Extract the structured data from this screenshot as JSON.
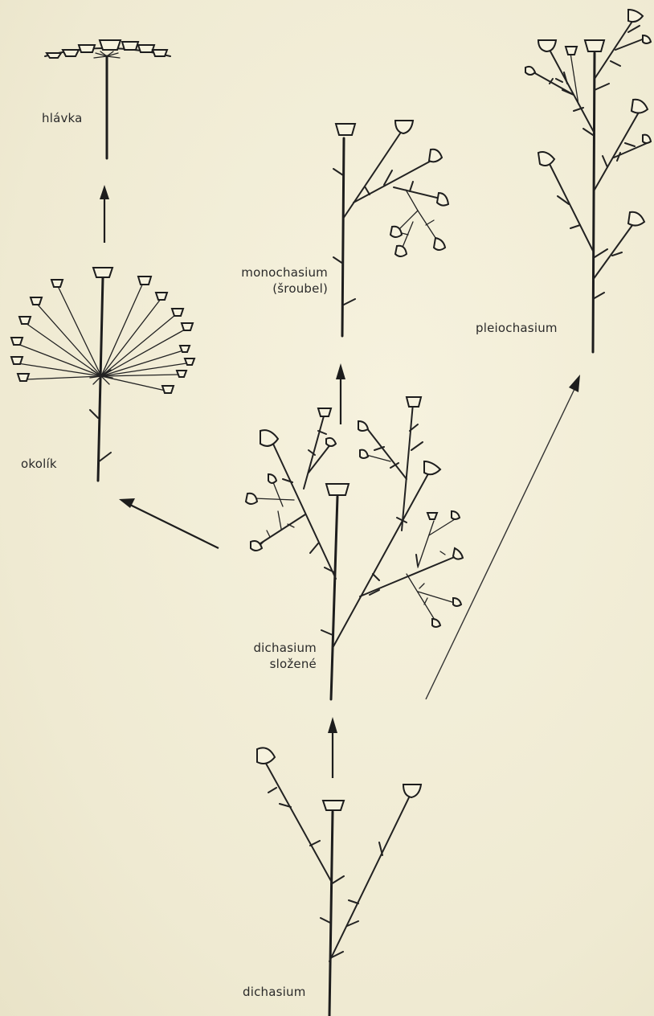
{
  "labels": {
    "hlavka": "hlávka",
    "okolik": "okolík",
    "monochasium": "monochasium",
    "monochasium_sub": "(šroubel)",
    "pleiochasium": "pleiochasium",
    "dichasium_slozene": "dichasium",
    "dichasium_slozene_sub": "složené",
    "dichasium": "dichasium"
  },
  "colors": {
    "ink": "#1d1d1d",
    "paper": "#f3efd9"
  }
}
